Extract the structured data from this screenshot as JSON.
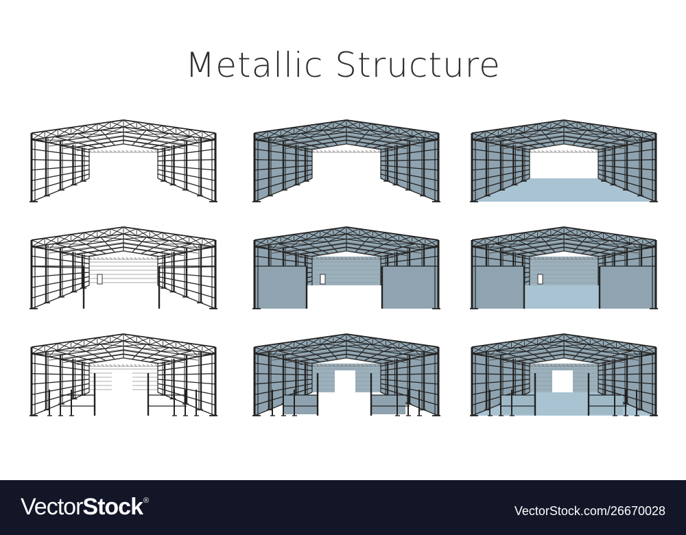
{
  "title": "Metallic Structure",
  "colors": {
    "line": "#222222",
    "wall": "#8fa4b0",
    "floor": "#a9c3d2",
    "background": "#ffffff",
    "footer_bg": "#121627"
  },
  "grid": {
    "rows": 3,
    "cols": 3,
    "cells": [
      {
        "row": 0,
        "col": 0,
        "style": "outline",
        "variant": "open-end"
      },
      {
        "row": 0,
        "col": 1,
        "style": "walls",
        "variant": "open-end"
      },
      {
        "row": 0,
        "col": 2,
        "style": "walls-floor",
        "variant": "open-end"
      },
      {
        "row": 1,
        "col": 0,
        "style": "outline",
        "variant": "front-opening-back-door"
      },
      {
        "row": 1,
        "col": 1,
        "style": "walls",
        "variant": "front-opening-back-door"
      },
      {
        "row": 1,
        "col": 2,
        "style": "walls-floor",
        "variant": "front-opening-back-door"
      },
      {
        "row": 2,
        "col": 0,
        "style": "outline",
        "variant": "partitioned-back-gate"
      },
      {
        "row": 2,
        "col": 1,
        "style": "walls",
        "variant": "partitioned-back-gate"
      },
      {
        "row": 2,
        "col": 2,
        "style": "walls-floor",
        "variant": "partitioned-back-gate"
      }
    ]
  },
  "footer": {
    "logo_light": "Vector",
    "logo_bold": "Stock",
    "logo_mark": "®",
    "url": "VectorStock.com/26670028"
  }
}
